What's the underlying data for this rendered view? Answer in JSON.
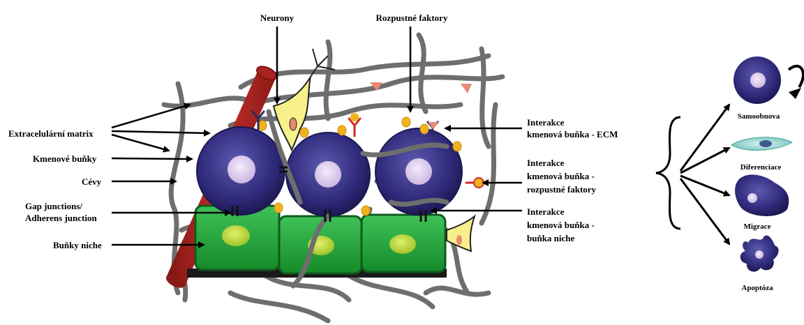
{
  "labels": {
    "neurons": "Neurony",
    "soluble_factors": "Rozpustné faktory",
    "ecm": "Extracelulární matrix",
    "stem_cells": "Kmenové buňky",
    "vessels": "Cévy",
    "gap_junctions_1": "Gap junctions/",
    "gap_junctions_2": "Adherens junction",
    "niche_cells": "Buňky niche",
    "int_ecm_1": "Interakce",
    "int_ecm_2": "kmenová buňka - ECM",
    "int_sf_1": "Interakce",
    "int_sf_2": "kmenová buňka -",
    "int_sf_3": "rozpustné faktory",
    "int_niche_1": "Interakce",
    "int_niche_2": "kmenová buňka -",
    "int_niche_3": "buňka niche"
  },
  "fates": {
    "self_renewal": "Samoobnova",
    "differentiation": "Diferenciace",
    "migration": "Migrace",
    "apoptosis": "Apoptóza"
  },
  "colors": {
    "ecm_fiber": "#6e6e6e",
    "vessel": "#b3231f",
    "stem_cell": "#2e2a78",
    "nucleus": "#d9c8ec",
    "niche_cell": "#22a53a",
    "niche_nucleus": "#b7d334",
    "factor": "#f2b21c",
    "neuron": "#f7f08a",
    "receptor_red": "#d4272a",
    "receptor_navy": "#2b2a5e",
    "triangle": "#e88a72",
    "diff_cell": "#93d6d0"
  }
}
